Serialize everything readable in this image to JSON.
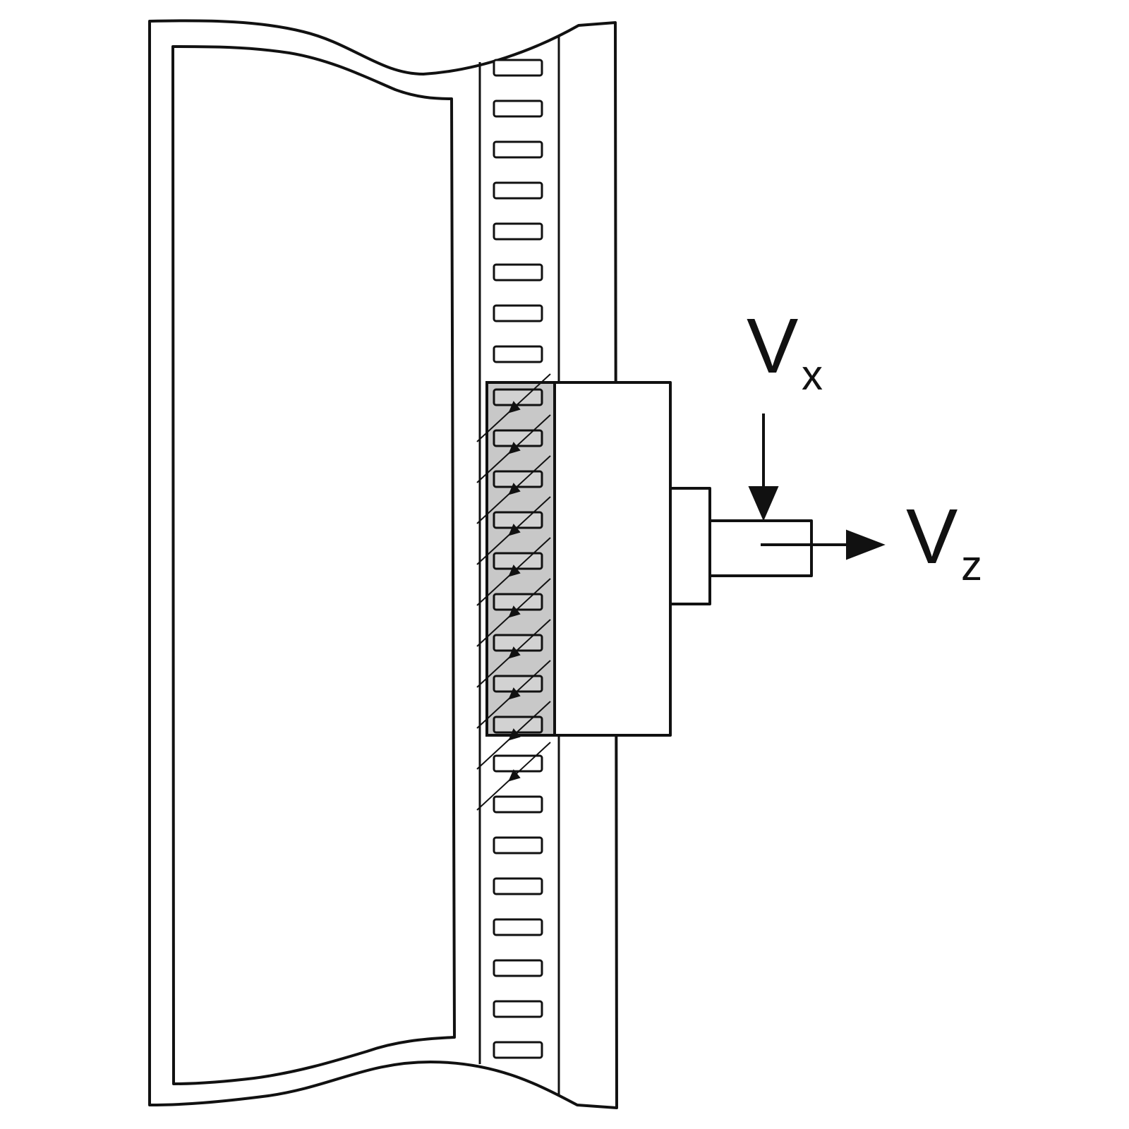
{
  "labels": {
    "vx_main": "V",
    "vx_sub": "x",
    "vz_main": "V",
    "vz_sub": "z"
  }
}
